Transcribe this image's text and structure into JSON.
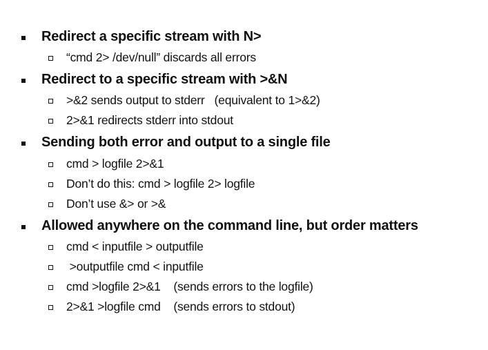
{
  "bullets": [
    {
      "text": "Redirect a specific stream with N>",
      "sub": [
        "“cmd 2> /dev/null” discards all errors"
      ]
    },
    {
      "text": "Redirect to a specific stream with >&N",
      "sub": [
        ">&2 sends output to stderr   (equivalent to 1>&2)",
        "2>&1 redirects stderr into stdout"
      ]
    },
    {
      "text": "Sending both error and output to a single file",
      "sub": [
        "cmd > logfile 2>&1",
        "Don’t do this: cmd > logfile 2> logfile",
        "Don’t use &> or >&"
      ]
    },
    {
      "text": "Allowed anywhere on the command line, but order matters",
      "sub": [
        "cmd < inputfile > outputfile",
        " >outputfile cmd < inputfile",
        "cmd >logfile 2>&1    (sends errors to the logfile)",
        "2>&1 >logfile cmd    (sends errors to stdout)"
      ]
    }
  ]
}
